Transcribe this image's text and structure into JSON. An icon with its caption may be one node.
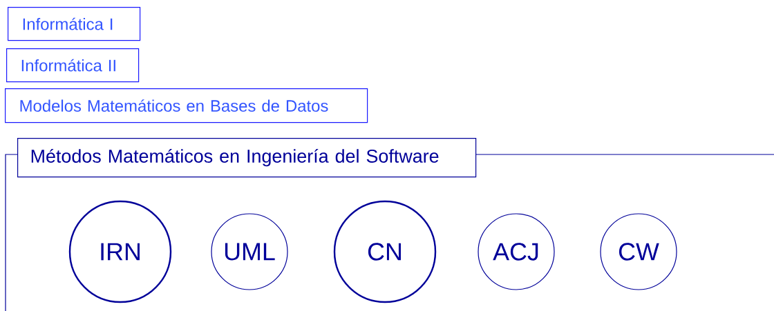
{
  "diagram": {
    "nodes": [
      {
        "text": [
          "Informática I"
        ]
      },
      {
        "text": [
          "Informática II"
        ]
      },
      {
        "text": [
          "Modelos Matemáticos en Bases de Datos"
        ]
      },
      {
        "text": [
          "Métodos Matemáticos en Ingeniería del Software"
        ]
      },
      {
        "text": [
          "IRN"
        ],
        "in": 3
      },
      {
        "text": [
          "UML"
        ],
        "in": 3
      },
      {
        "text": [
          "CN"
        ],
        "in": 3
      },
      {
        "text": [
          "ACJ"
        ],
        "in": 3
      },
      {
        "text": [
          "CW"
        ],
        "in": 3
      }
    ]
  }
}
